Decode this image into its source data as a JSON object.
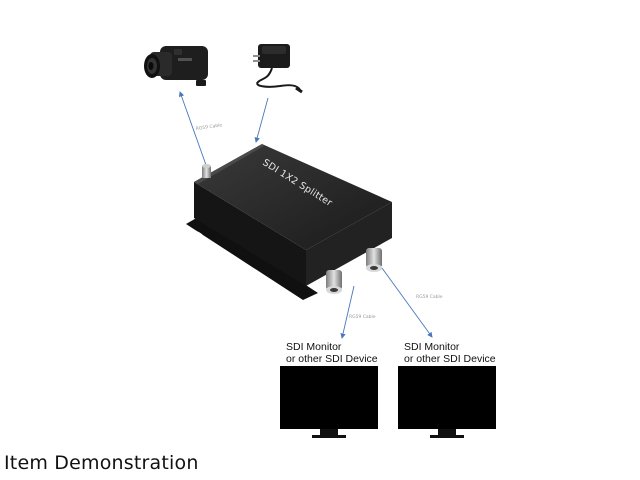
{
  "splitter": {
    "label": "SDI 1X2 Splitter"
  },
  "cables": {
    "input_label": "RG59 Cable",
    "output_left_label": "RG59 Cable",
    "output_right_label": "RG59 Cable"
  },
  "monitors": [
    {
      "line1": "SDI Monitor",
      "line2": "or other SDI Device"
    },
    {
      "line1": "SDI Monitor",
      "line2": "or other SDI Device"
    }
  ],
  "caption": "Item Demonstration",
  "colors": {
    "arrow": "#4a78b8",
    "device": "#1c1c1c",
    "screen": "#000000"
  },
  "icons": [
    "camcorder-icon",
    "power-adapter-icon",
    "monitor-icon"
  ]
}
